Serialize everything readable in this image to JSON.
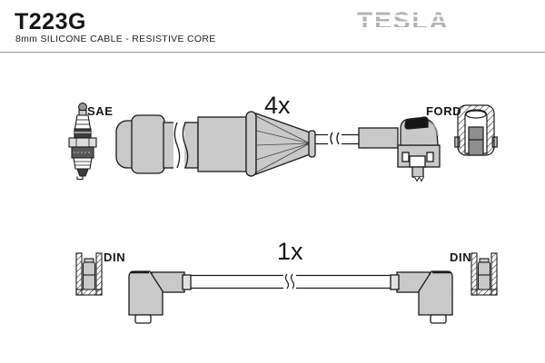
{
  "header": {
    "part_number": "T223G",
    "subtitle": "8mm SILICONE CABLE - RESISTIVE CORE",
    "brand_logo": "TESLA"
  },
  "diagram": {
    "upper_assembly": {
      "quantity": "4x",
      "left_label": "SAE",
      "right_label": "FORD"
    },
    "lower_assembly": {
      "quantity": "1x",
      "left_label": "DIN",
      "right_label": "DIN"
    }
  },
  "icons": {
    "upper_left": "spark-plug-icon",
    "upper_cable": "spark-plug-cable-drawing",
    "upper_right": "ford-cap-cross-section-icon",
    "lower_left": "din-cap-cross-section-icon",
    "lower_cable": "coil-cable-drawing",
    "lower_right": "din-cap-cross-section-icon"
  },
  "colors": {
    "background": "#ffffff",
    "outline": "#1a1a1a",
    "part_fill": "#c9c9c9",
    "part_fill_light": "#e2e2e2",
    "part_fill_dark": "#8f8f8f",
    "patch_black": "#151515",
    "brand_gray": "#b3b3b3",
    "divider": "#9a9a9a"
  }
}
